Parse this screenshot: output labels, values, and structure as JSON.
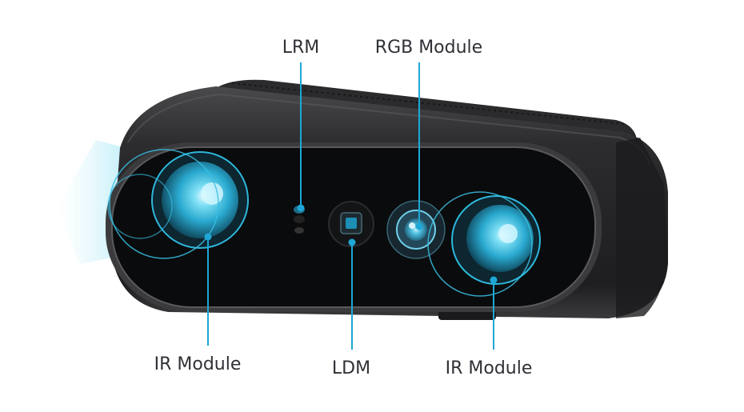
{
  "labels": {
    "lrm": "LRM",
    "rgb": "RGB Module",
    "ir_left": "IR Module",
    "ldm": "LDM",
    "ir_right": "IR Module"
  },
  "colors": {
    "accent": "#1ea7d6",
    "body": "#2a2a2c",
    "face": "#060708",
    "text": "#2f3136"
  }
}
